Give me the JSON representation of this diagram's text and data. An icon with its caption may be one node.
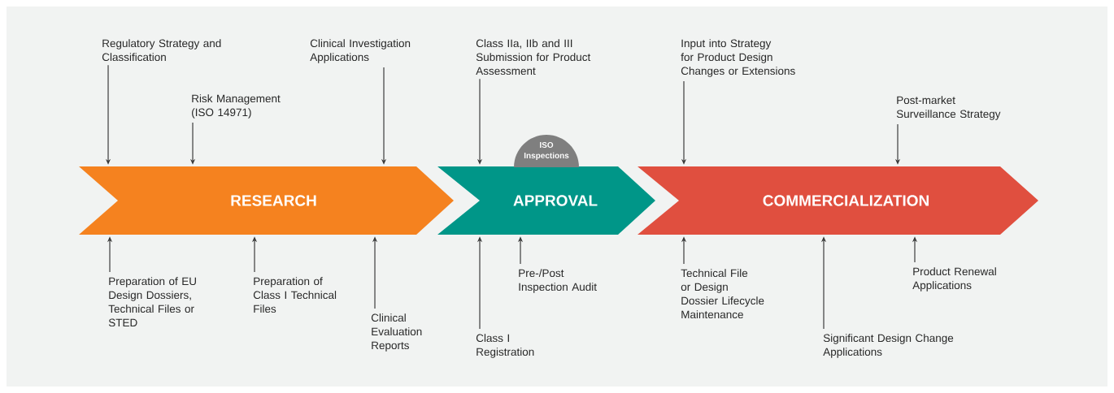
{
  "diagram": {
    "nodes": [
      {
        "text": [
          "RESEARCH"
        ]
      },
      {
        "text": [
          "APPROVAL"
        ]
      },
      {
        "text": [
          "COMMERCIALIZATION"
        ]
      },
      {
        "text": [
          "ISO Inspections"
        ]
      },
      {
        "text": [
          "Regulatory Strategy and Classification"
        ]
      },
      {
        "text": [
          "Risk Management (ISO 14971)"
        ]
      },
      {
        "text": [
          "Clinical Investigation Applications"
        ]
      },
      {
        "text": [
          "Class IIa, IIb and III Submission for Product Assessment"
        ]
      },
      {
        "text": [
          "Input into Strategy for Product Design Changes or Extensions"
        ]
      },
      {
        "text": [
          "Post-market Surveillance Strategy"
        ]
      },
      {
        "text": [
          "Preparation of EU Design Dossiers, Technical Files or STED"
        ]
      },
      {
        "text": [
          "Preparation of Class I Technical Files"
        ]
      },
      {
        "text": [
          "Clinical Evaluation Reports"
        ]
      },
      {
        "text": [
          "Class I Registration"
        ]
      },
      {
        "text": [
          "Pre-/Post Inspection Audit"
        ]
      },
      {
        "text": [
          "Technical File or Design Dossier Lifecycle Maintenance"
        ]
      },
      {
        "text": [
          "Significant Design Change Applications"
        ]
      },
      {
        "text": [
          "Product Renewal Applications"
        ]
      }
    ],
    "edges": [
      {
        "from": 4,
        "to": 0,
        "arrow": "to"
      },
      {
        "from": 5,
        "to": 0,
        "arrow": "to"
      },
      {
        "from": 6,
        "to": 0,
        "arrow": "to"
      },
      {
        "from": 7,
        "to": 1,
        "arrow": "to"
      },
      {
        "from": 8,
        "to": 2,
        "arrow": "to"
      },
      {
        "from": 9,
        "to": 2,
        "arrow": "to"
      },
      {
        "from": 10,
        "to": 0,
        "arrow": "to"
      },
      {
        "from": 11,
        "to": 0,
        "arrow": "to"
      },
      {
        "from": 12,
        "to": 0,
        "arrow": "to"
      },
      {
        "from": 13,
        "to": 1,
        "arrow": "to"
      },
      {
        "from": 14,
        "to": 1,
        "arrow": "to"
      },
      {
        "from": 15,
        "to": 2,
        "arrow": "to"
      },
      {
        "from": 16,
        "to": 2,
        "arrow": "to"
      },
      {
        "from": 17,
        "to": 2,
        "arrow": "to"
      }
    ]
  }
}
